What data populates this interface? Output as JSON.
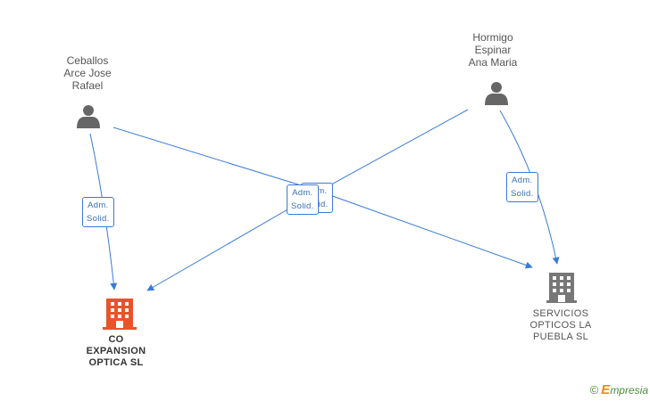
{
  "people": [
    {
      "id": "ceballos",
      "label": "Ceballos\nArce Jose\nRafael"
    },
    {
      "id": "hormigo",
      "label": "Hormigo\nEspinar\nAna Maria"
    }
  ],
  "companies": [
    {
      "id": "co",
      "label": "CO\nEXPANSION\nOPTICA SL",
      "color": "#e8542a"
    },
    {
      "id": "servicios",
      "label": "SERVICIOS\nOPTICOS LA\nPUEBLA SL",
      "color": "#777777"
    }
  ],
  "relations": [
    {
      "from": "ceballos",
      "to": "co",
      "role": "Adm.\nSolid."
    },
    {
      "from": "ceballos",
      "to": "servicios",
      "role": "Adm.\nSolid."
    },
    {
      "from": "hormigo",
      "to": "co",
      "role": "Adm.\nSolid."
    },
    {
      "from": "hormigo",
      "to": "servicios",
      "role": "Adm.\nSolid."
    }
  ],
  "colors": {
    "edge": "#3a7bd5",
    "person_icon": "#666666"
  },
  "brand": {
    "copyright": "©",
    "e": "E",
    "rest": "mpresia"
  }
}
